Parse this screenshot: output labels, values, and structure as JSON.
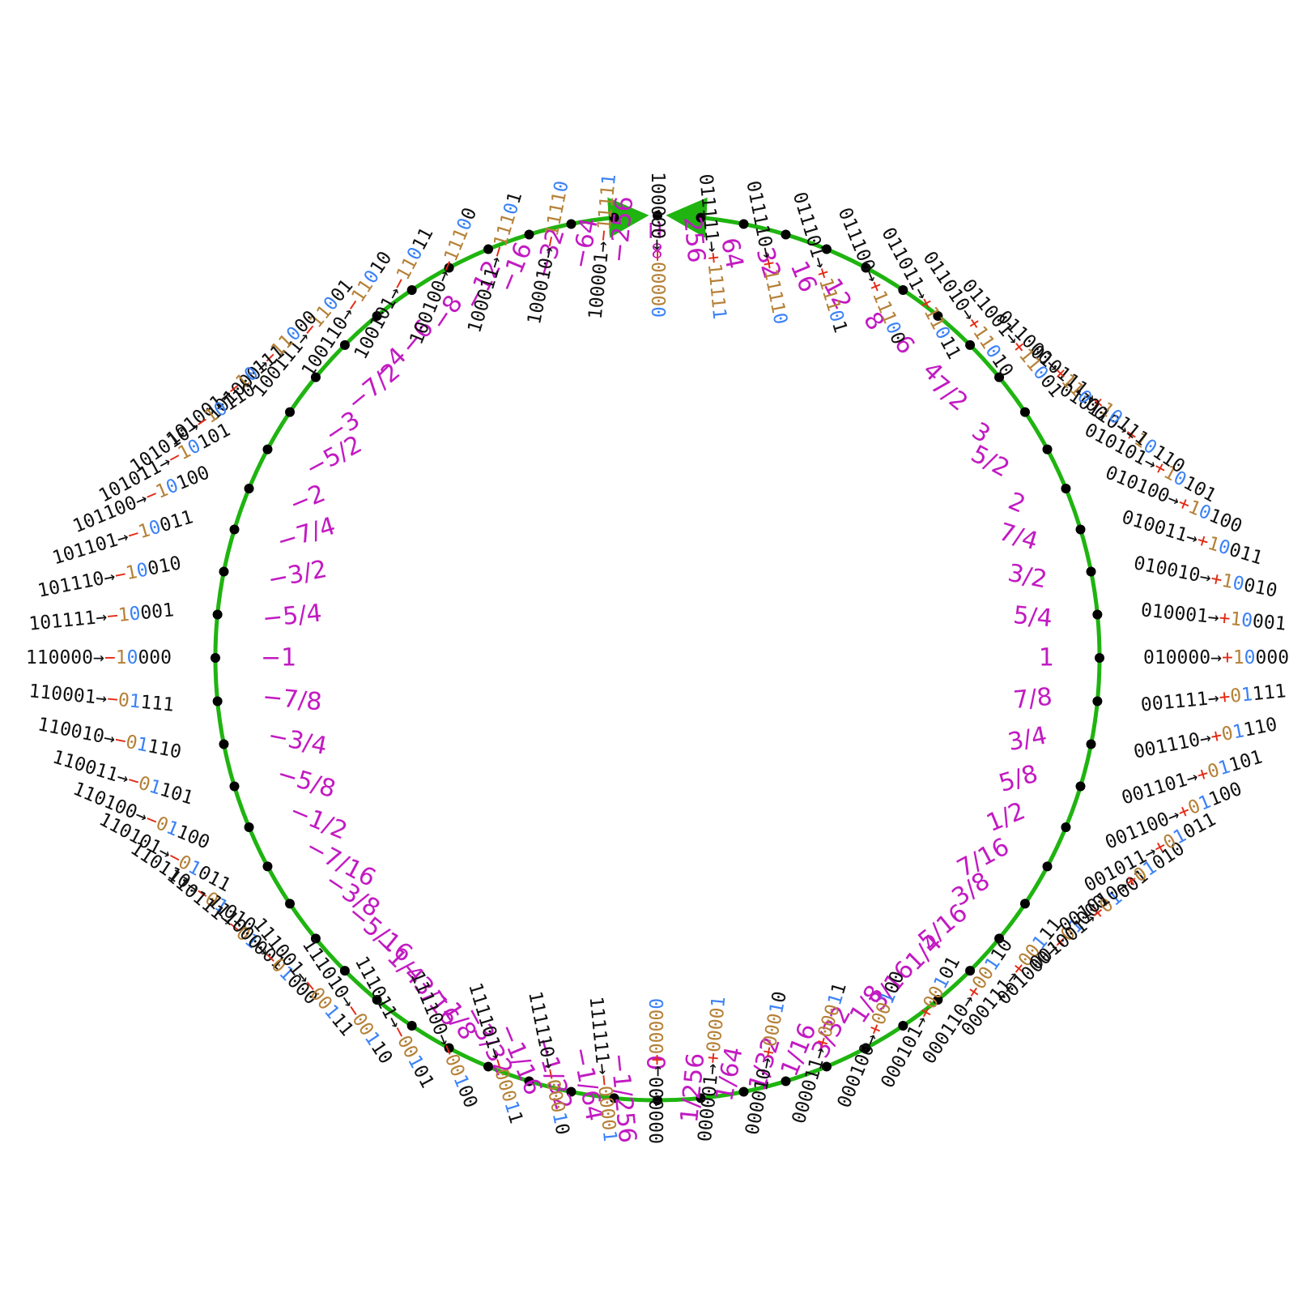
{
  "colors": {
    "ring": "#1fb410",
    "dot": "#000000",
    "code_prefix": "#111111",
    "sign": "#e32a14",
    "regime": "#b58138",
    "terminator": "#3b82f6",
    "tail": "#111111",
    "value": "#c21ac2"
  },
  "arrow": "→",
  "positions": [
    {
      "index": 0,
      "code": "000000",
      "sign": "+",
      "regime": "0000",
      "term": "0",
      "tail": "",
      "value": "0"
    },
    {
      "index": 1,
      "code": "000001",
      "sign": "+",
      "regime": "0000",
      "term": "1",
      "tail": "",
      "value": "1/256"
    },
    {
      "index": 2,
      "code": "000010",
      "sign": "+",
      "regime": "000",
      "term": "1",
      "tail": "0",
      "value": "1/64"
    },
    {
      "index": 3,
      "code": "000011",
      "sign": "+",
      "regime": "000",
      "term": "1",
      "tail": "1",
      "value": "1/32"
    },
    {
      "index": 4,
      "code": "000100",
      "sign": "+",
      "regime": "00",
      "term": "1",
      "tail": "00",
      "value": "1/16"
    },
    {
      "index": 5,
      "code": "000101",
      "sign": "+",
      "regime": "00",
      "term": "1",
      "tail": "01",
      "value": "3/32"
    },
    {
      "index": 6,
      "code": "000110",
      "sign": "+",
      "regime": "00",
      "term": "1",
      "tail": "10",
      "value": "1/8"
    },
    {
      "index": 7,
      "code": "000111",
      "sign": "+",
      "regime": "00",
      "term": "1",
      "tail": "11",
      "value": "3/16"
    },
    {
      "index": 8,
      "code": "001000",
      "sign": "+",
      "regime": "0",
      "term": "1",
      "tail": "000",
      "value": "1/4"
    },
    {
      "index": 9,
      "code": "001001",
      "sign": "+",
      "regime": "0",
      "term": "1",
      "tail": "001",
      "value": "5/16"
    },
    {
      "index": 10,
      "code": "001010",
      "sign": "+",
      "regime": "0",
      "term": "1",
      "tail": "010",
      "value": "3/8"
    },
    {
      "index": 11,
      "code": "001011",
      "sign": "+",
      "regime": "0",
      "term": "1",
      "tail": "011",
      "value": "7/16"
    },
    {
      "index": 12,
      "code": "001100",
      "sign": "+",
      "regime": "0",
      "term": "1",
      "tail": "100",
      "value": "1/2"
    },
    {
      "index": 13,
      "code": "001101",
      "sign": "+",
      "regime": "0",
      "term": "1",
      "tail": "101",
      "value": "5/8"
    },
    {
      "index": 14,
      "code": "001110",
      "sign": "+",
      "regime": "0",
      "term": "1",
      "tail": "110",
      "value": "3/4"
    },
    {
      "index": 15,
      "code": "001111",
      "sign": "+",
      "regime": "0",
      "term": "1",
      "tail": "111",
      "value": "7/8"
    },
    {
      "index": 16,
      "code": "010000",
      "sign": "+",
      "regime": "1",
      "term": "0",
      "tail": "000",
      "value": "1"
    },
    {
      "index": 17,
      "code": "010001",
      "sign": "+",
      "regime": "1",
      "term": "0",
      "tail": "001",
      "value": "5/4"
    },
    {
      "index": 18,
      "code": "010010",
      "sign": "+",
      "regime": "1",
      "term": "0",
      "tail": "010",
      "value": "3/2"
    },
    {
      "index": 19,
      "code": "010011",
      "sign": "+",
      "regime": "1",
      "term": "0",
      "tail": "011",
      "value": "7/4"
    },
    {
      "index": 20,
      "code": "010100",
      "sign": "+",
      "regime": "1",
      "term": "0",
      "tail": "100",
      "value": "2"
    },
    {
      "index": 21,
      "code": "010101",
      "sign": "+",
      "regime": "1",
      "term": "0",
      "tail": "101",
      "value": "5/2"
    },
    {
      "index": 22,
      "code": "010110",
      "sign": "+",
      "regime": "1",
      "term": "0",
      "tail": "110",
      "value": "3"
    },
    {
      "index": 23,
      "code": "010111",
      "sign": "+",
      "regime": "1",
      "term": "0",
      "tail": "111",
      "value": "7/2"
    },
    {
      "index": 24,
      "code": "011000",
      "sign": "+",
      "regime": "11",
      "term": "0",
      "tail": "00",
      "value": "4"
    },
    {
      "index": 25,
      "code": "011001",
      "sign": "+",
      "regime": "11",
      "term": "0",
      "tail": "01",
      "value": "6"
    },
    {
      "index": 26,
      "code": "011010",
      "sign": "+",
      "regime": "11",
      "term": "0",
      "tail": "10",
      "value": "8"
    },
    {
      "index": 27,
      "code": "011011",
      "sign": "+",
      "regime": "11",
      "term": "0",
      "tail": "11",
      "value": "12"
    },
    {
      "index": 28,
      "code": "011100",
      "sign": "+",
      "regime": "111",
      "term": "0",
      "tail": "0",
      "value": "16"
    },
    {
      "index": 29,
      "code": "011101",
      "sign": "+",
      "regime": "111",
      "term": "0",
      "tail": "1",
      "value": "32"
    },
    {
      "index": 30,
      "code": "011110",
      "sign": "+",
      "regime": "1111",
      "term": "0",
      "tail": "",
      "value": "64"
    },
    {
      "index": 31,
      "code": "011111",
      "sign": "+",
      "regime": "1111",
      "term": "1",
      "tail": "",
      "value": "256"
    },
    {
      "index": 32,
      "code": "100000",
      "sign": "−",
      "regime": "0000",
      "term": "0",
      "tail": "",
      "value": "±∞"
    },
    {
      "index": 33,
      "code": "100001",
      "sign": "−",
      "regime": "1111",
      "term": "1",
      "tail": "",
      "value": "−256"
    },
    {
      "index": 34,
      "code": "100010",
      "sign": "−",
      "regime": "1111",
      "term": "0",
      "tail": "",
      "value": "−64"
    },
    {
      "index": 35,
      "code": "100011",
      "sign": "−",
      "regime": "111",
      "term": "0",
      "tail": "1",
      "value": "−32"
    },
    {
      "index": 36,
      "code": "100100",
      "sign": "−",
      "regime": "111",
      "term": "0",
      "tail": "0",
      "value": "−16"
    },
    {
      "index": 37,
      "code": "100101",
      "sign": "−",
      "regime": "11",
      "term": "0",
      "tail": "11",
      "value": "−12"
    },
    {
      "index": 38,
      "code": "100110",
      "sign": "−",
      "regime": "11",
      "term": "0",
      "tail": "10",
      "value": "−8"
    },
    {
      "index": 39,
      "code": "100111",
      "sign": "−",
      "regime": "11",
      "term": "0",
      "tail": "01",
      "value": "−6"
    },
    {
      "index": 40,
      "code": "101000",
      "sign": "−",
      "regime": "11",
      "term": "0",
      "tail": "00",
      "value": "−4"
    },
    {
      "index": 41,
      "code": "101001",
      "sign": "−",
      "regime": "1",
      "term": "0",
      "tail": "111",
      "value": "−7/2"
    },
    {
      "index": 42,
      "code": "101010",
      "sign": "−",
      "regime": "1",
      "term": "0",
      "tail": "110",
      "value": "−3"
    },
    {
      "index": 43,
      "code": "101011",
      "sign": "−",
      "regime": "1",
      "term": "0",
      "tail": "101",
      "value": "−5/2"
    },
    {
      "index": 44,
      "code": "101100",
      "sign": "−",
      "regime": "1",
      "term": "0",
      "tail": "100",
      "value": "−2"
    },
    {
      "index": 45,
      "code": "101101",
      "sign": "−",
      "regime": "1",
      "term": "0",
      "tail": "011",
      "value": "−7/4"
    },
    {
      "index": 46,
      "code": "101110",
      "sign": "−",
      "regime": "1",
      "term": "0",
      "tail": "010",
      "value": "−3/2"
    },
    {
      "index": 47,
      "code": "101111",
      "sign": "−",
      "regime": "1",
      "term": "0",
      "tail": "001",
      "value": "−5/4"
    },
    {
      "index": 48,
      "code": "110000",
      "sign": "−",
      "regime": "1",
      "term": "0",
      "tail": "000",
      "value": "−1"
    },
    {
      "index": 49,
      "code": "110001",
      "sign": "−",
      "regime": "0",
      "term": "1",
      "tail": "111",
      "value": "−7/8"
    },
    {
      "index": 50,
      "code": "110010",
      "sign": "−",
      "regime": "0",
      "term": "1",
      "tail": "110",
      "value": "−3/4"
    },
    {
      "index": 51,
      "code": "110011",
      "sign": "−",
      "regime": "0",
      "term": "1",
      "tail": "101",
      "value": "−5/8"
    },
    {
      "index": 52,
      "code": "110100",
      "sign": "−",
      "regime": "0",
      "term": "1",
      "tail": "100",
      "value": "−1/2"
    },
    {
      "index": 53,
      "code": "110101",
      "sign": "−",
      "regime": "0",
      "term": "1",
      "tail": "011",
      "value": "−7/16"
    },
    {
      "index": 54,
      "code": "110110",
      "sign": "−",
      "regime": "0",
      "term": "1",
      "tail": "010",
      "value": "−3/8"
    },
    {
      "index": 55,
      "code": "110111",
      "sign": "−",
      "regime": "0",
      "term": "1",
      "tail": "001",
      "value": "−5/16"
    },
    {
      "index": 56,
      "code": "111000",
      "sign": "−",
      "regime": "0",
      "term": "1",
      "tail": "000",
      "value": "−1/4"
    },
    {
      "index": 57,
      "code": "111001",
      "sign": "−",
      "regime": "00",
      "term": "1",
      "tail": "11",
      "value": "−3/16"
    },
    {
      "index": 58,
      "code": "111010",
      "sign": "−",
      "regime": "00",
      "term": "1",
      "tail": "10",
      "value": "−1/8"
    },
    {
      "index": 59,
      "code": "111011",
      "sign": "−",
      "regime": "00",
      "term": "1",
      "tail": "01",
      "value": "−3/32"
    },
    {
      "index": 60,
      "code": "111100",
      "sign": "−",
      "regime": "00",
      "term": "1",
      "tail": "00",
      "value": "−1/16"
    },
    {
      "index": 61,
      "code": "111101",
      "sign": "−",
      "regime": "000",
      "term": "1",
      "tail": "1",
      "value": "−1/32"
    },
    {
      "index": 62,
      "code": "111110",
      "sign": "−",
      "regime": "000",
      "term": "1",
      "tail": "0",
      "value": "−1/64"
    },
    {
      "index": 63,
      "code": "111111",
      "sign": "−",
      "regime": "0000",
      "term": "1",
      "tail": "",
      "value": "−1/256"
    }
  ]
}
